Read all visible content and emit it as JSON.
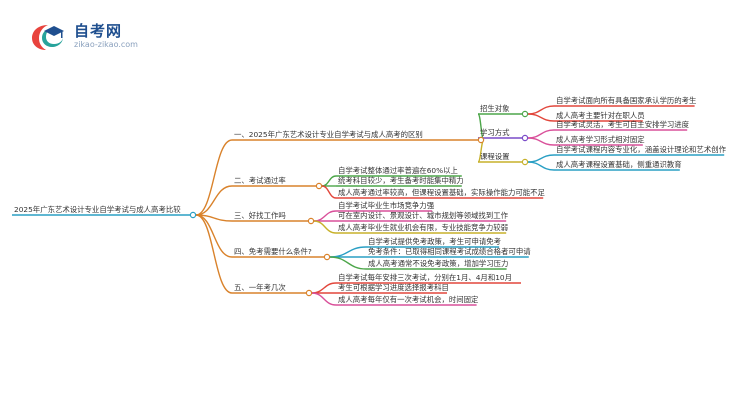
{
  "logo": {
    "title": "自考网",
    "subtitle": "zikao-zikao.com",
    "colors": {
      "primary": "#1f4f8f",
      "accent": "#e8433d",
      "teal": "#27a39b"
    }
  },
  "mindmap": {
    "root": "2025年广东艺术设计专业自学考试与成人高考比较",
    "branches": [
      {
        "label": "一、2025年广东艺术设计专业自学考试与成人高考的区别",
        "color": "#d9822b",
        "children": [
          {
            "label": "招生对象",
            "color": "#4da64a",
            "children": [
              {
                "label": "自学考试面向所有具备国家承认学历的考生",
                "color": "#e2473c"
              },
              {
                "label": "成人高考主要针对在职人员",
                "color": "#e2473c"
              }
            ]
          },
          {
            "label": "学习方式",
            "color": "#7a4bc8",
            "children": [
              {
                "label": "自学考试灵活，考生可自主安排学习进度",
                "color": "#d9509a"
              },
              {
                "label": "成人高考学习形式相对固定",
                "color": "#d9509a"
              }
            ]
          },
          {
            "label": "课程设置",
            "color": "#c7b12a",
            "children": [
              {
                "label": "自学考试课程内容专业化，涵盖设计理论和艺术创作",
                "color": "#2a9fc4"
              },
              {
                "label": "成人高考课程设置基础，侧重通识教育",
                "color": "#2a9fc4"
              }
            ]
          }
        ]
      },
      {
        "label": "二、考试通过率",
        "color": "#d9822b",
        "children": [
          {
            "label": "自学考试整体通过率普遍在60%以上",
            "color": "#4da64a"
          },
          {
            "label": "统考科目较少，考生备考时能集中精力",
            "color": "#4da64a"
          },
          {
            "label": "成人高考通过率较高，但课程设置基础，实际操作能力可能不足",
            "color": "#e2473c"
          }
        ]
      },
      {
        "label": "三、好找工作吗",
        "color": "#d9822b",
        "children": [
          {
            "label": "自学考试毕业生市场竞争力强",
            "color": "#d9509a"
          },
          {
            "label": "可在室内设计、景观设计、城市规划等领域找到工作",
            "color": "#d9509a"
          },
          {
            "label": "成人高考毕业生就业机会有限，专业技能竞争力较弱",
            "color": "#c7b12a"
          }
        ]
      },
      {
        "label": "四、免考需要什么条件?",
        "color": "#d9822b",
        "children": [
          {
            "label": "自学考试提供免考政策，考生可申请免考",
            "color": "#2a9fc4"
          },
          {
            "label": "免考条件：已取得相同课程考试成绩合格者可申请",
            "color": "#2a9fc4"
          },
          {
            "label": "成人高考通常不设免考政策，增加学习压力",
            "color": "#4da64a"
          }
        ]
      },
      {
        "label": "五、一年考几次",
        "color": "#d9822b",
        "children": [
          {
            "label": "自学考试每年安排三次考试，分别在1月、4月和10月",
            "color": "#e2473c"
          },
          {
            "label": "考生可根据学习进度选择报考科目",
            "color": "#e2473c"
          },
          {
            "label": "成人高考每年仅有一次考试机会，时间固定",
            "color": "#d9509a"
          }
        ]
      }
    ]
  }
}
